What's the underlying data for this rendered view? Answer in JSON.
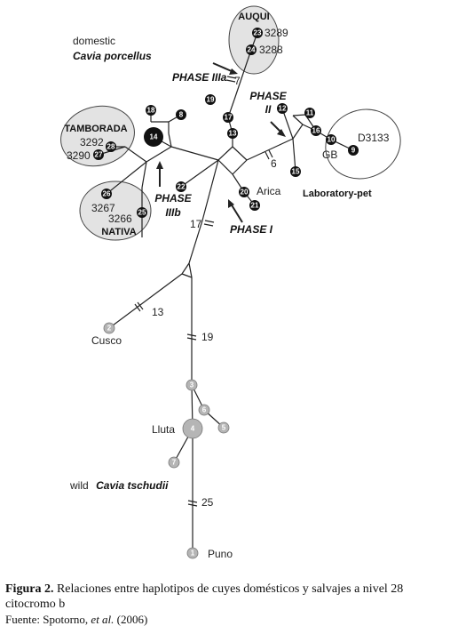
{
  "groups": {
    "domestic_line1": "domestic",
    "domestic_line2": "Cavia porcellus",
    "auqui": "AUQUI",
    "tamborada": "TAMBORADA",
    "nativa": "NATIVA",
    "laboratory": "Laboratory-pet",
    "wild_prefix": "wild",
    "wild_species": "Cavia tschudii"
  },
  "phases": {
    "p3a": "PHASE IIIa",
    "p2_line1": "PHASE",
    "p2_line2": "II",
    "p3b_line1": "PHASE",
    "p3b_line2": "IIIb",
    "p1": "PHASE I"
  },
  "labels": {
    "l3289": "3289",
    "l3288": "3288",
    "l3292": "3292",
    "l3290": "3290",
    "l3267": "3267",
    "l3266": "3266",
    "d3133": "D3133",
    "gb": "GB",
    "arica": "Arica",
    "cusco": "Cusco",
    "lluta": "Lluta",
    "puno": "Puno"
  },
  "mutations": {
    "m7": "7",
    "m6": "6",
    "m17": "17",
    "m13": "13",
    "m19": "19",
    "m25": "25"
  },
  "nodes": {
    "n1": "1",
    "n2": "2",
    "n3": "3",
    "n4": "4",
    "n5": "5",
    "n6": "6",
    "n7": "7",
    "n8": "8",
    "n9": "9",
    "n10": "10",
    "n11": "11",
    "n12": "12",
    "n13": "13",
    "n14": "14",
    "n15": "15",
    "n16": "16",
    "n17": "17",
    "n18": "18",
    "n19": "19",
    "n20": "20",
    "n21": "21",
    "n22": "22",
    "n23": "23",
    "n24": "24",
    "n25": "25",
    "n26": "26",
    "n27": "27",
    "n28": "28"
  },
  "caption": {
    "figure_label": "Figura 2.",
    "text": " Relaciones entre haplotipos de cuyes domésticos y salvajes a nivel 28 citocromo b",
    "source_prefix": "Fuente:  Spotorno, ",
    "source_etal": "et al.",
    "source_year": " (2006)"
  }
}
